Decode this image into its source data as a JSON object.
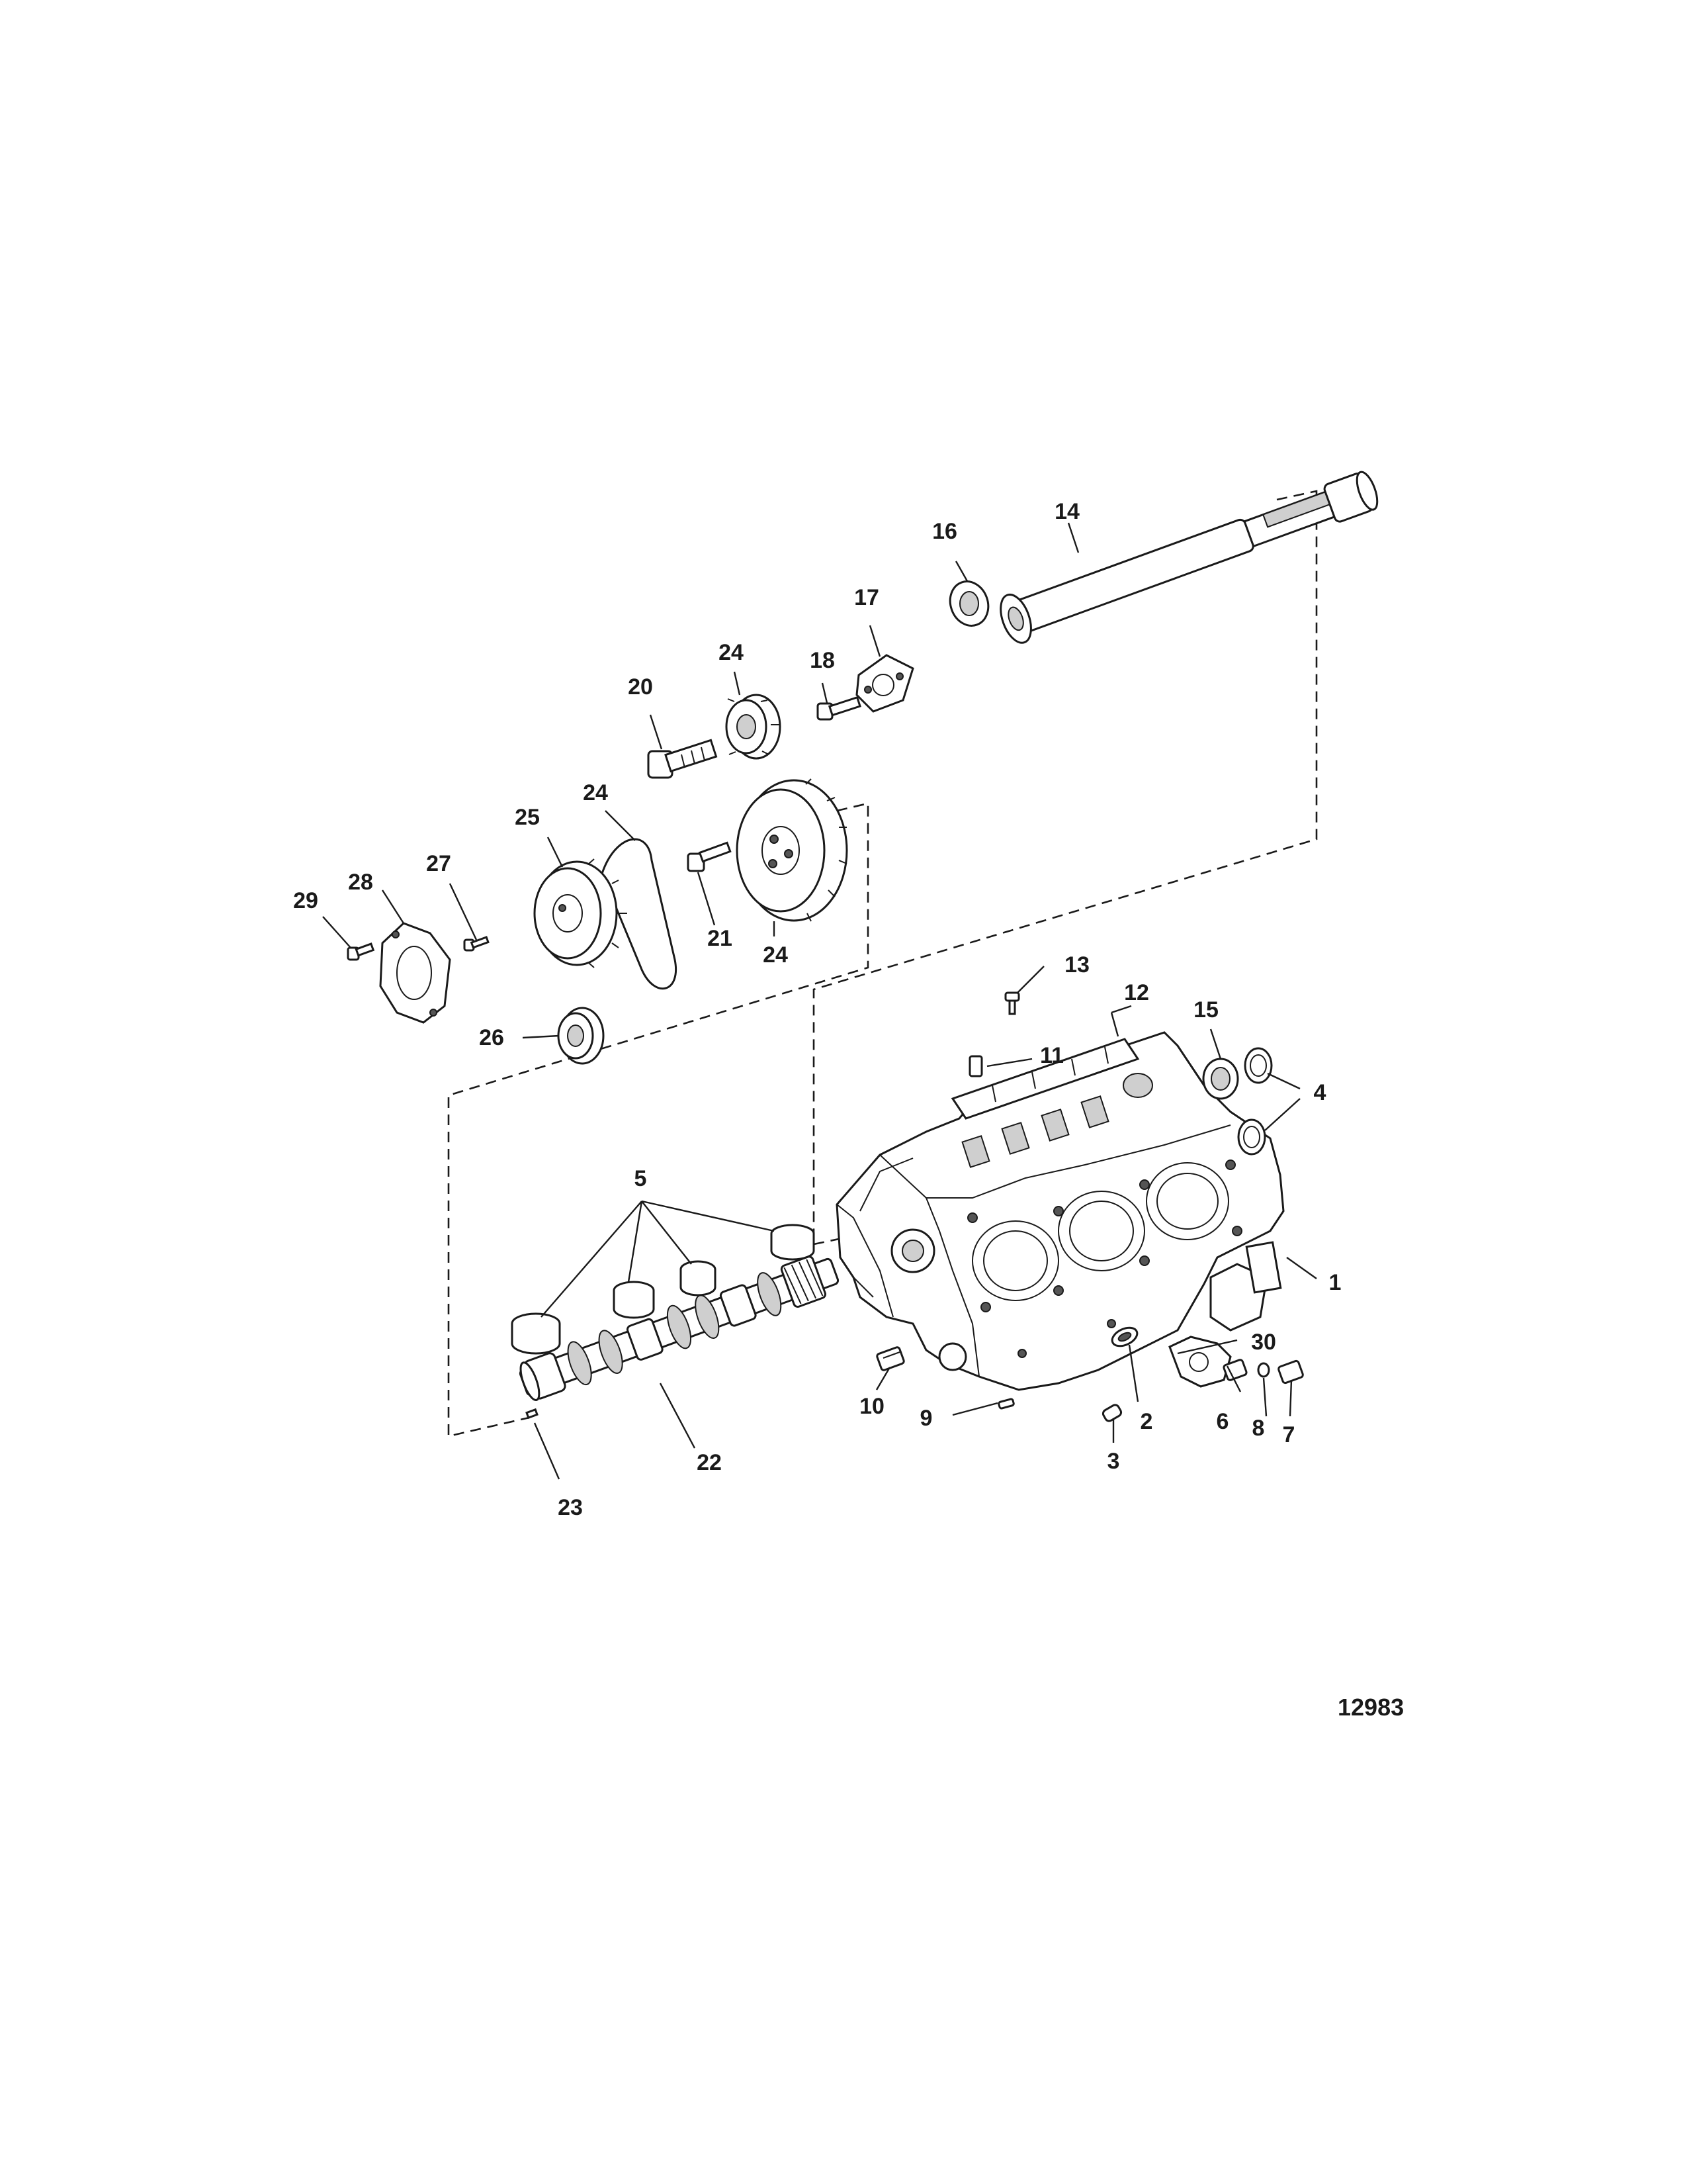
{
  "diagram": {
    "document_number": "12983",
    "callouts": [
      "1",
      "2",
      "3",
      "4",
      "5",
      "6",
      "7",
      "8",
      "9",
      "10",
      "11",
      "12",
      "13",
      "14",
      "15",
      "16",
      "17",
      "18",
      "20",
      "21",
      "22",
      "23",
      "24",
      "24",
      "24",
      "25",
      "26",
      "27",
      "28",
      "29",
      "30"
    ]
  }
}
